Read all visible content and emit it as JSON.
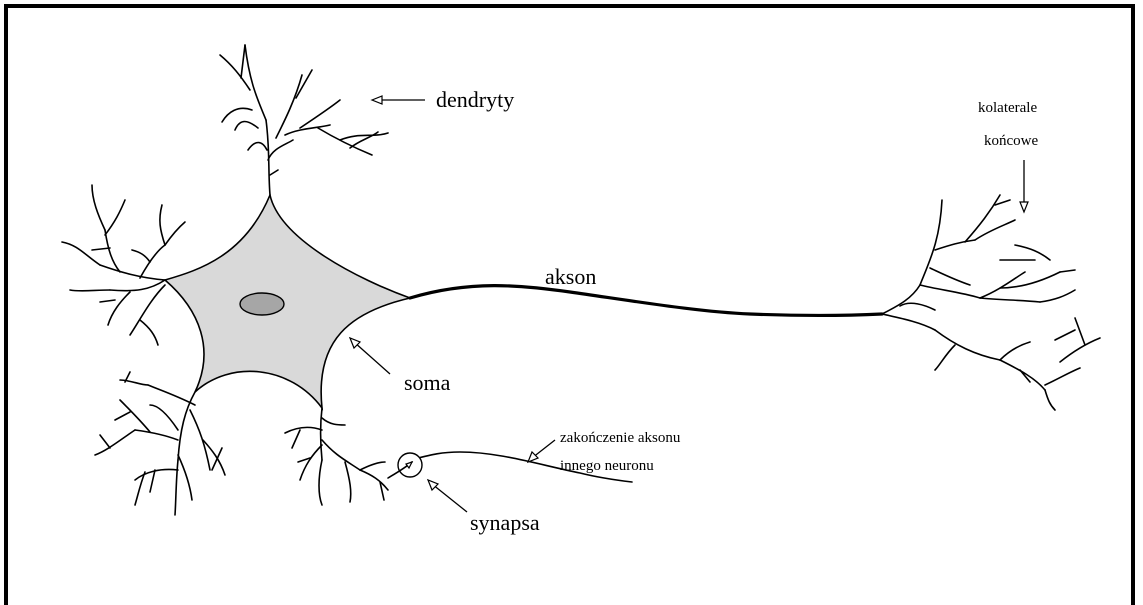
{
  "labels": {
    "dendrites": "dendryty",
    "collaterals_line1": "kolaterale",
    "collaterals_line2": "końcowe",
    "axon": "akson",
    "soma": "soma",
    "other_axon_line1": "zakończenie aksonu",
    "other_axon_line2": "innego neuronu",
    "synapse": "synapsa"
  },
  "colors": {
    "soma_fill": "#d9d9d9",
    "nucleus_fill": "#a6a6a6",
    "stroke": "#000000",
    "background": "#ffffff"
  }
}
